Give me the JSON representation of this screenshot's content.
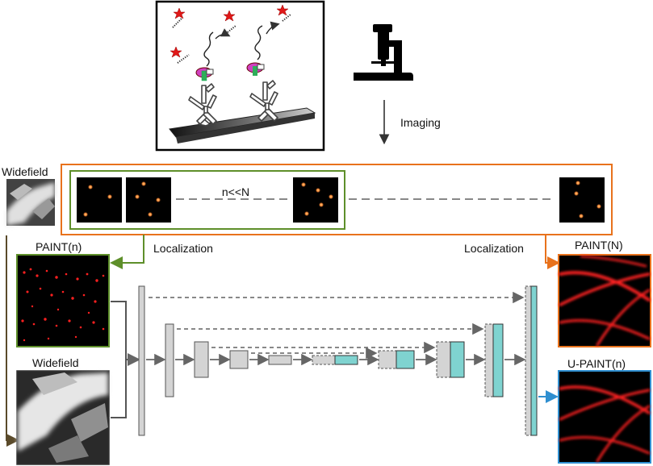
{
  "labels": {
    "widefield_top": "Widefield",
    "imaging": "Imaging",
    "frames_ratio": "n<<N",
    "localization_left": "Localization",
    "localization_right": "Localization",
    "paint_n": "PAINT(n)",
    "widefield_bottom": "Widefield",
    "paint_N": "PAINT(N)",
    "u_paint_n": "U-PAINT(n)"
  },
  "colors": {
    "green_outline": "#5e8f2a",
    "orange_outline": "#e8721c",
    "blue_outline": "#2f8fd0",
    "teal_block": "#7fd3d0",
    "grey_block": "#d4d4d4",
    "paint_red": "#ff2020",
    "spot_orange": "#ff8c3a",
    "frame_black": "#000000",
    "magenta_dye": "#d040c0",
    "star_red": "#e01818"
  },
  "icons": [
    "microscope-icon",
    "antibody-icon",
    "fluorophore-star-icon",
    "dna-imager-strand-icon"
  ]
}
